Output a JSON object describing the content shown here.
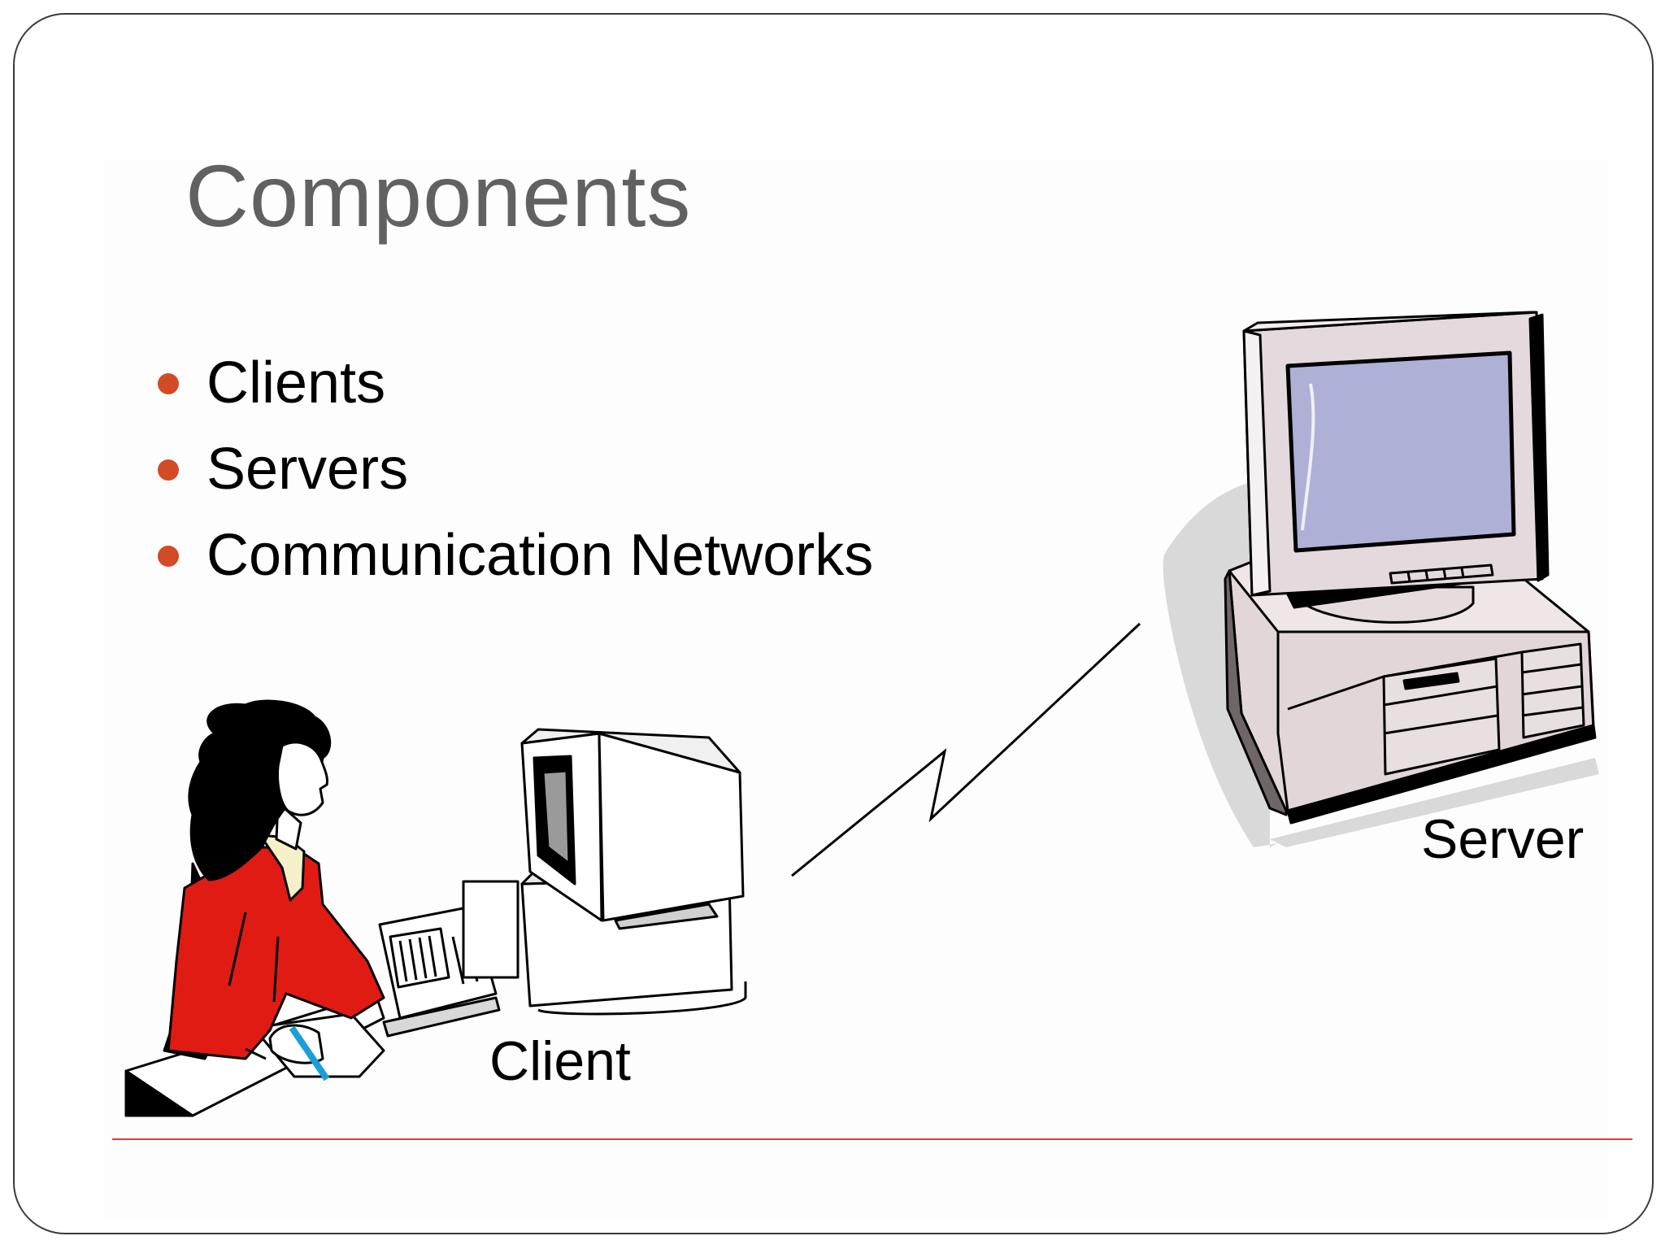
{
  "slide": {
    "title": "Components",
    "bullets": [
      {
        "label": "Clients"
      },
      {
        "label": "Servers"
      },
      {
        "label": "Communication Networks"
      }
    ],
    "labels": {
      "client": "Client",
      "server": "Server"
    }
  },
  "colors": {
    "title": "#616161",
    "bullet": "#d24a26",
    "divider": "#e03a3a",
    "jacket": "#e01b14",
    "screen": "#aeb0d6",
    "server_case": "#e2d6d9"
  },
  "icons": {
    "client": "woman-at-computer-icon",
    "server": "server-computer-icon",
    "link": "lightning-link-icon"
  }
}
